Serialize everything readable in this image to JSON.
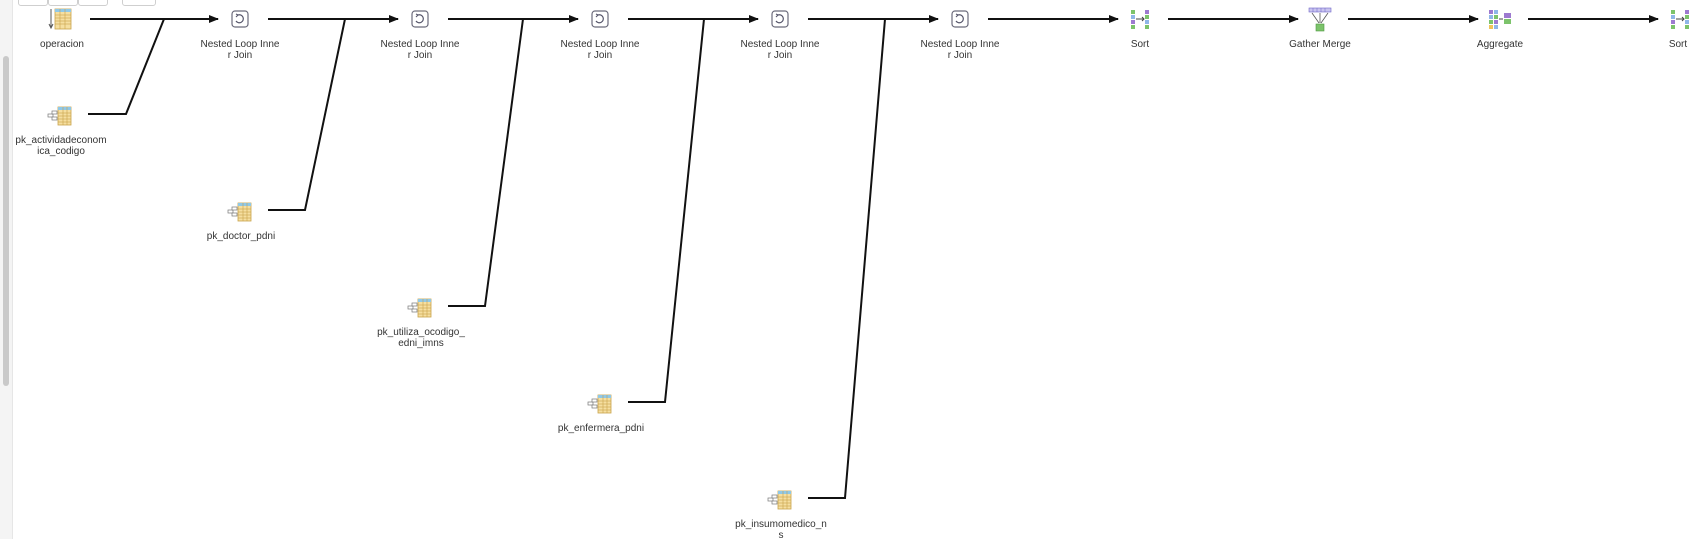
{
  "nodes": {
    "operacion": "operacion",
    "join1": "Nested Loop Inner Join",
    "join2": "Nested Loop Inner Join",
    "join3": "Nested Loop Inner Join",
    "join4": "Nested Loop Inner Join",
    "join5": "Nested Loop Inner Join",
    "sort1": "Sort",
    "gather": "Gather Merge",
    "aggregate": "Aggregate",
    "sort2": "Sort",
    "idx_actividad": "pk_actividadeconomica_codigo",
    "idx_doctor": "pk_doctor_pdni",
    "idx_utiliza": "pk_utiliza_ocodigo_edni_imns",
    "idx_enfermera": "pk_enfermera_pdni",
    "idx_insumo": "pk_insumomedico_ns"
  },
  "icons": {
    "operacion": "seq-scan-icon",
    "join": "nested-loop-icon",
    "index": "index-scan-icon",
    "sort": "sort-icon",
    "gather": "gather-merge-icon",
    "aggregate": "aggregate-icon"
  },
  "colors": {
    "edge": "#111111",
    "label": "#333333"
  }
}
